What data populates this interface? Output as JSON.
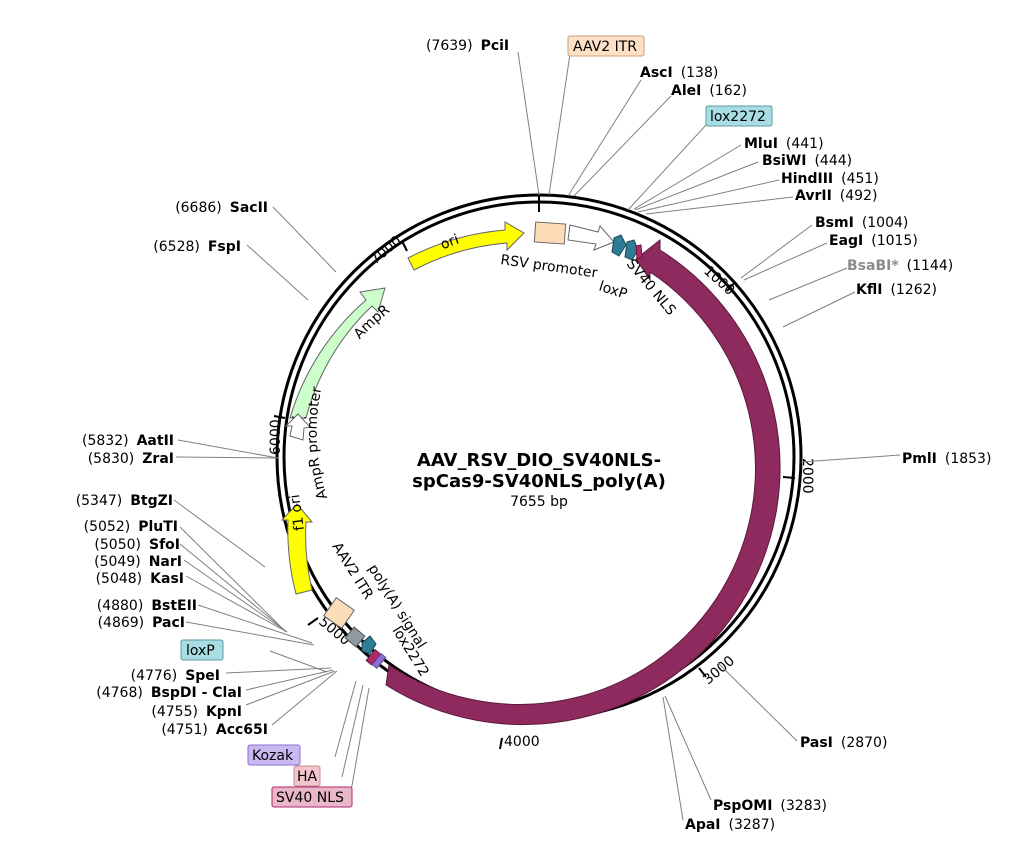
{
  "plasmid": {
    "name_line1": "AAV_RSV_DIO_SV40NLS-",
    "name_line2": "spCas9-SV40NLS_poly(A)",
    "size_label": "7655 bp"
  },
  "ticks": [
    "1000",
    "2000",
    "3000",
    "4000",
    "5000",
    "6000",
    "7000"
  ],
  "sites": [
    {
      "name": "PciI",
      "pos": "(7639)"
    },
    {
      "name": "AscI",
      "pos": "(138)"
    },
    {
      "name": "AleI",
      "pos": "(162)"
    },
    {
      "name": "MluI",
      "pos": "(441)"
    },
    {
      "name": "BsiWI",
      "pos": "(444)"
    },
    {
      "name": "HindIII",
      "pos": "(451)"
    },
    {
      "name": "AvrII",
      "pos": "(492)"
    },
    {
      "name": "BsmI",
      "pos": "(1004)"
    },
    {
      "name": "EagI",
      "pos": "(1015)"
    },
    {
      "name": "BsaBI*",
      "pos": "(1144)"
    },
    {
      "name": "KflI",
      "pos": "(1262)"
    },
    {
      "name": "PmlI",
      "pos": "(1853)"
    },
    {
      "name": "PasI",
      "pos": "(2870)"
    },
    {
      "name": "PspOMI",
      "pos": "(3283)"
    },
    {
      "name": "ApaI",
      "pos": "(3287)"
    },
    {
      "name": "Acc65I",
      "pos": "(4751)"
    },
    {
      "name": "KpnI",
      "pos": "(4755)"
    },
    {
      "name": "BspDI - ClaI",
      "pos": "(4768)"
    },
    {
      "name": "SpeI",
      "pos": "(4776)"
    },
    {
      "name": "PacI",
      "pos": "(4869)"
    },
    {
      "name": "BstEII",
      "pos": "(4880)"
    },
    {
      "name": "KasI",
      "pos": "(5048)"
    },
    {
      "name": "NarI",
      "pos": "(5049)"
    },
    {
      "name": "SfoI",
      "pos": "(5050)"
    },
    {
      "name": "PluTI",
      "pos": "(5052)"
    },
    {
      "name": "BtgZI",
      "pos": "(5347)"
    },
    {
      "name": "ZraI",
      "pos": "(5830)"
    },
    {
      "name": "AatII",
      "pos": "(5832)"
    },
    {
      "name": "FspI",
      "pos": "(6528)"
    },
    {
      "name": "SacII",
      "pos": "(6686)"
    }
  ],
  "boxed_labels": [
    "AAV2 ITR",
    "lox2272",
    "loxP",
    "Kozak",
    "HA",
    "SV40 NLS"
  ],
  "features": {
    "rsv_promoter": "RSV promoter",
    "loxp": "loxP",
    "sv40_nls": "SV40 NLS",
    "cas9": "Cas9",
    "ori": "ori",
    "ampr": "AmpR",
    "ampr_promoter": "AmpR promoter",
    "f1_ori": "f1 ori",
    "aav2_itr": "AAV2 ITR",
    "polya_signal": "poly(A) signal",
    "lox2272": "lox2272"
  },
  "colors": {
    "cas9": "#8e2a5e",
    "ori": "#ffff00",
    "ampr": "#ccffcc",
    "f1_ori": "#ffff00",
    "itr": "#fddcb8",
    "lox": "#2e7d96",
    "nls": "#b0286a",
    "kozak_box": "#c9b8f2",
    "ha_box": "#f2c4cc",
    "nls_box": "#e9b7c8",
    "lox_box": "#a8dde3",
    "itr_box": "#fde0c5",
    "polya": "#8e9aa0"
  }
}
